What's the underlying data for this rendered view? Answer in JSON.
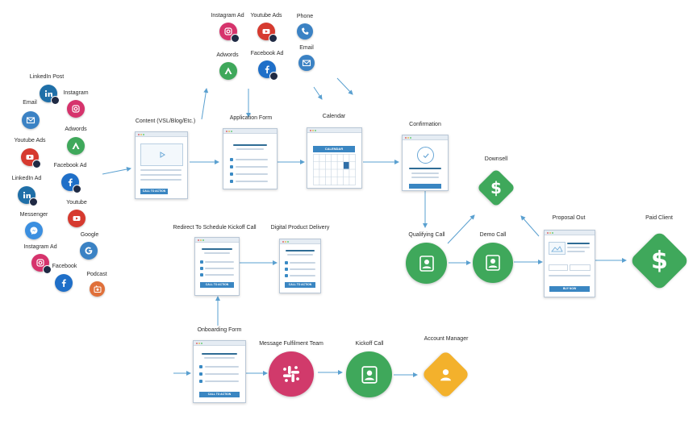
{
  "sources": {
    "linkedin_post": "LinkedIn Post",
    "instagram": "Instagram",
    "email": "Email",
    "adwords": "Adwords",
    "youtube_ads": "Youtube Ads",
    "facebook_ad": "Facebook Ad",
    "linkedin_ad": "LinkedIn Ad",
    "youtube": "Youtube",
    "messenger": "Messenger",
    "google": "Google",
    "instagram_ad": "Instagram Ad",
    "facebook": "Facebook",
    "podcast": "Podcast"
  },
  "top_sources": {
    "instagram_ad": "Instagram Ad",
    "youtube_ads": "Youtube Ads",
    "phone": "Phone",
    "adwords": "Adwords",
    "facebook_ad": "Facebook Ad",
    "email": "Email"
  },
  "pages": {
    "content": "Content (VSL/Blog/Etc.)",
    "content_cta": "CALL TO ACTION",
    "application_form": "Application Form",
    "calendar": "Calendar",
    "calendar_header": "CALENDAR",
    "confirmation": "Confirmation",
    "redirect": "Redirect To Schedule Kickoff Call",
    "redirect_cta": "CALL TO ACTION",
    "digital_delivery": "Digital Product Delivery",
    "digital_cta": "CALL TO ACTION",
    "onboarding": "Onboarding Form",
    "onboarding_cta": "CALL TO ACTION",
    "proposal": "Proposal Out",
    "proposal_cta": "BUY NOW"
  },
  "steps": {
    "downsell": "Downsell",
    "qualifying_call": "Qualifying Call",
    "demo_call": "Demo Call",
    "paid_client": "Paid Client",
    "message_team": "Message Fulfilment Team",
    "kickoff_call": "Kickoff Call",
    "account_manager": "Account Manager"
  },
  "symbols": {
    "dollar": "$"
  },
  "colors": {
    "linkedin": "#1f6fa8",
    "instagram": "#d6336c",
    "email": "#3b82c4",
    "adwords": "#3fa85b",
    "youtube": "#d63a2f",
    "facebook": "#1f6fc8",
    "messenger": "#3b8fe0",
    "google": "#3b82c4",
    "podcast": "#e0703a",
    "phone": "#3b82c4",
    "green": "#3fa85b",
    "slack": "#d13a6b",
    "amber": "#f3b12c",
    "arrow": "#5aa0d0"
  },
  "icons": {
    "linkedin": "linkedin-icon",
    "instagram": "instagram-icon",
    "email": "envelope-icon",
    "adwords": "adwords-icon",
    "youtube": "youtube-play-icon",
    "facebook": "facebook-icon",
    "messenger": "messenger-icon",
    "google": "google-icon",
    "podcast": "podcast-icon",
    "phone": "phone-icon",
    "person": "person-portrait-icon",
    "slack": "slack-icon",
    "user": "user-icon",
    "check": "check-circle-icon",
    "play": "play-icon"
  }
}
